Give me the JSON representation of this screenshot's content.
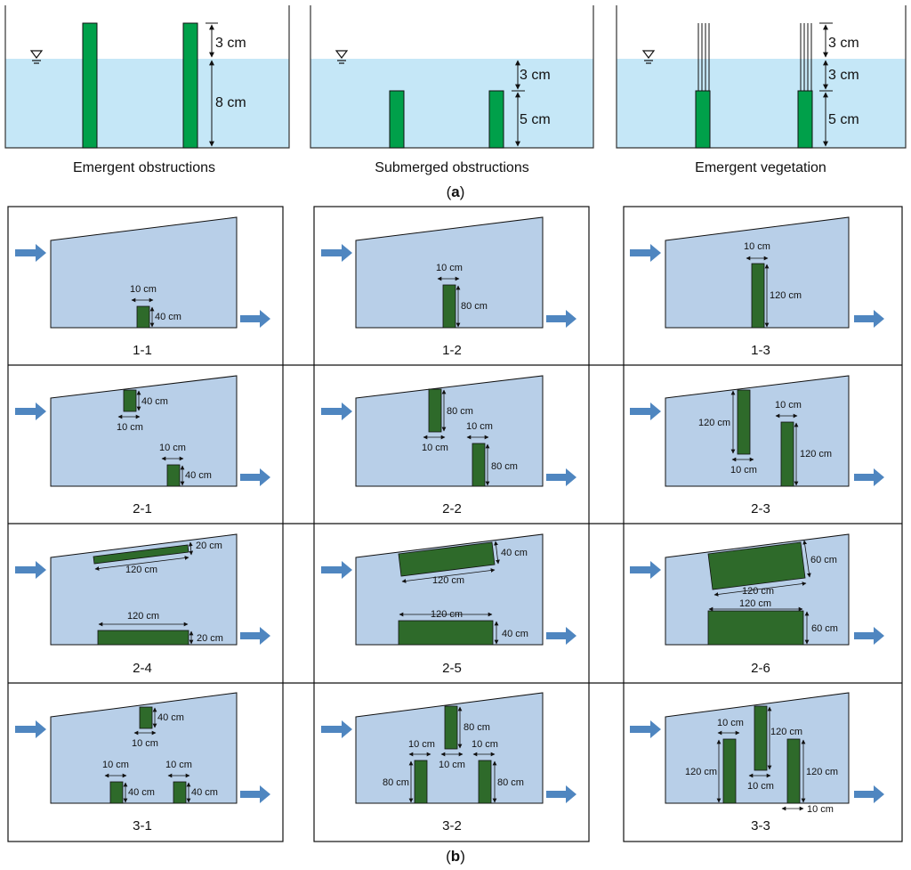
{
  "part_a": {
    "label": "(a)",
    "panels": [
      {
        "caption": "Emergent obstructions",
        "dims": [
          "3 cm",
          "8 cm"
        ]
      },
      {
        "caption": "Submerged obstructions",
        "dims": [
          "3 cm",
          "5 cm"
        ]
      },
      {
        "caption": "Emergent vegetation",
        "dims": [
          "3 cm",
          "3 cm",
          "5 cm"
        ]
      }
    ]
  },
  "part_b": {
    "label": "(b)",
    "cases": [
      {
        "id": "1-1",
        "dims": [
          "10 cm",
          "40 cm"
        ]
      },
      {
        "id": "1-2",
        "dims": [
          "10 cm",
          "80 cm"
        ]
      },
      {
        "id": "1-3",
        "dims": [
          "10 cm",
          "120 cm"
        ]
      },
      {
        "id": "2-1",
        "dims": [
          "40 cm",
          "10 cm",
          "10 cm",
          "40 cm"
        ]
      },
      {
        "id": "2-2",
        "dims": [
          "80 cm",
          "10 cm",
          "10 cm",
          "80 cm"
        ]
      },
      {
        "id": "2-3",
        "dims": [
          "120 cm",
          "10 cm",
          "10 cm",
          "120 cm"
        ]
      },
      {
        "id": "2-4",
        "dims": [
          "20 cm",
          "120 cm",
          "120 cm",
          "20 cm"
        ]
      },
      {
        "id": "2-5",
        "dims": [
          "40 cm",
          "120 cm",
          "120 cm",
          "40 cm"
        ]
      },
      {
        "id": "2-6",
        "dims": [
          "60 cm",
          "120 cm",
          "120 cm",
          "60 cm"
        ]
      },
      {
        "id": "3-1",
        "dims": [
          "40 cm",
          "10 cm",
          "10 cm",
          "40 cm",
          "10 cm",
          "40 cm"
        ]
      },
      {
        "id": "3-2",
        "dims": [
          "80 cm",
          "10 cm",
          "10 cm",
          "10 cm",
          "80 cm",
          "80 cm"
        ]
      },
      {
        "id": "3-3",
        "dims": [
          "10 cm",
          "120 cm",
          "10 cm",
          "120 cm",
          "120 cm",
          "10 cm"
        ]
      }
    ]
  },
  "colors": {
    "water_a": "#c5e7f7",
    "water_b": "#b8cfe8",
    "obstacle_a": "#00a04a",
    "obstacle_b": "#2e6a2a",
    "arrow": "#4f86c0"
  }
}
